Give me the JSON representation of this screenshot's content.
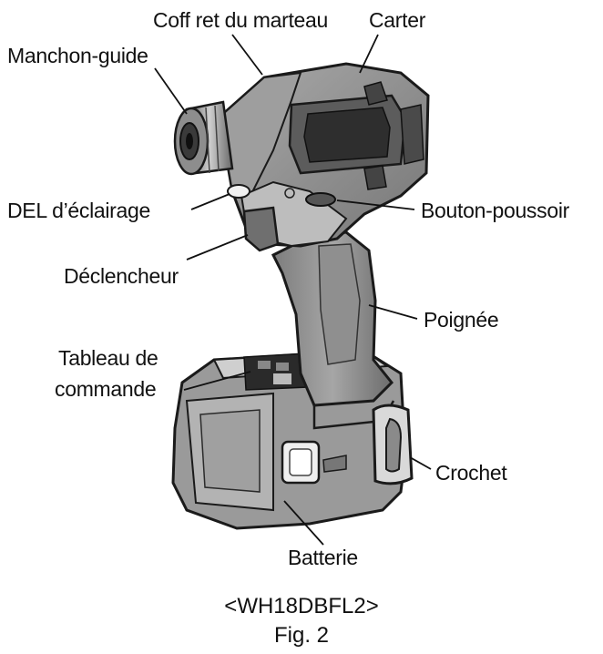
{
  "labels": {
    "coffret": "Coff ret du marteau",
    "carter": "Carter",
    "manchon": "Manchon-guide",
    "del": "DEL d’éclairage",
    "bouton": "Bouton-poussoir",
    "declencheur": "Déclencheur",
    "poignee": "Poignée",
    "tableau_l1": "Tableau de",
    "tableau_l2": "commande",
    "crochet": "Crochet",
    "batterie": "Batterie"
  },
  "caption": {
    "model": "<WH18DBFL2>",
    "figure": "Fig. 2"
  },
  "colors": {
    "body_dark": "#8a8a8a",
    "body_mid": "#b9b9b9",
    "body_light": "#d8d8d8",
    "outline": "#1a1a1a"
  }
}
